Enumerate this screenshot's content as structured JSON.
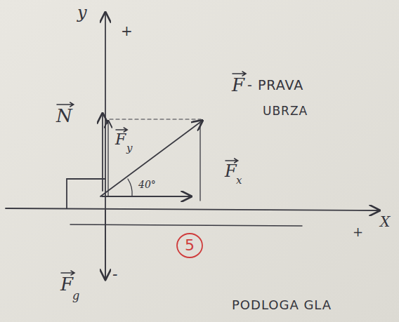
{
  "diagram": {
    "nodes": [
      {
        "text": [
          "5"
        ]
      }
    ],
    "labels": [
      "y",
      "+",
      "F",
      "- PRAVA",
      "UBRZA",
      "N",
      "F",
      "y",
      "40°",
      "F",
      "x",
      "X",
      "+",
      "F",
      "g",
      "-",
      "PODLOGA GLA"
    ]
  }
}
